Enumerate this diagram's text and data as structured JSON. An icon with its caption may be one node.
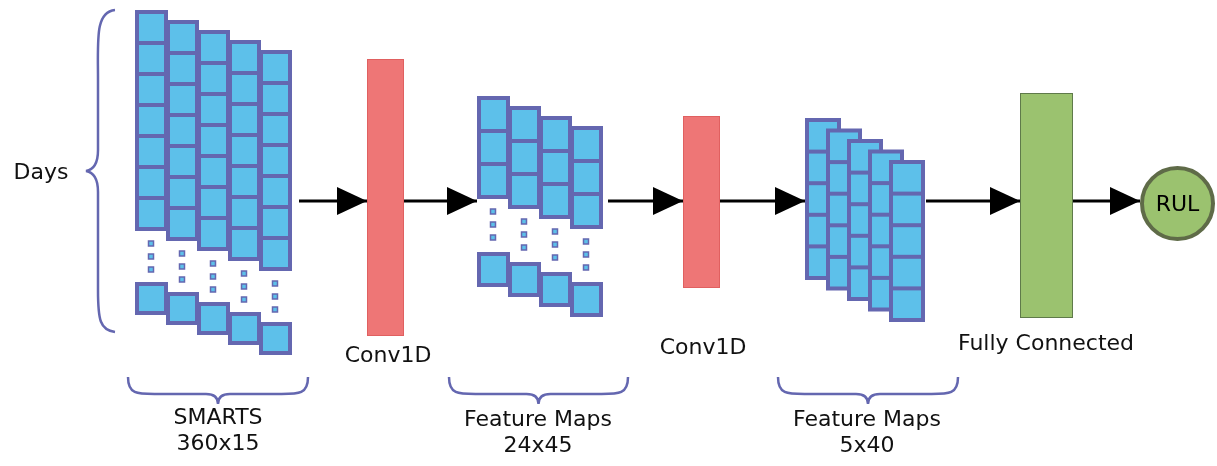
{
  "diagram": {
    "nodes": [
      {
        "text": [],
        "shape": "box",
        "beside": [
          "Days"
        ]
      },
      {
        "text": [],
        "shape": "bar",
        "beside": [
          "Conv1D"
        ]
      },
      {
        "text": [],
        "shape": "box"
      },
      {
        "text": [],
        "shape": "bar",
        "beside": [
          "Conv1D"
        ]
      },
      {
        "text": [],
        "shape": "box"
      },
      {
        "text": [],
        "shape": "bar",
        "beside": [
          "Fully Connected"
        ]
      },
      {
        "text": [
          "RUL"
        ]
      }
    ],
    "edges": [
      {
        "from": 0,
        "to": 1,
        "arrow": "to"
      },
      {
        "from": 1,
        "to": 2,
        "arrow": "to"
      },
      {
        "from": 2,
        "to": 3,
        "arrow": "to"
      },
      {
        "from": 3,
        "to": 4,
        "arrow": "to"
      },
      {
        "from": 4,
        "to": 5,
        "arrow": "to"
      },
      {
        "from": 5,
        "to": 6,
        "arrow": "to"
      }
    ],
    "labels": [
      "SMARTS 360x15",
      "Feature Maps 24x45",
      "Feature Maps 5x40"
    ]
  }
}
